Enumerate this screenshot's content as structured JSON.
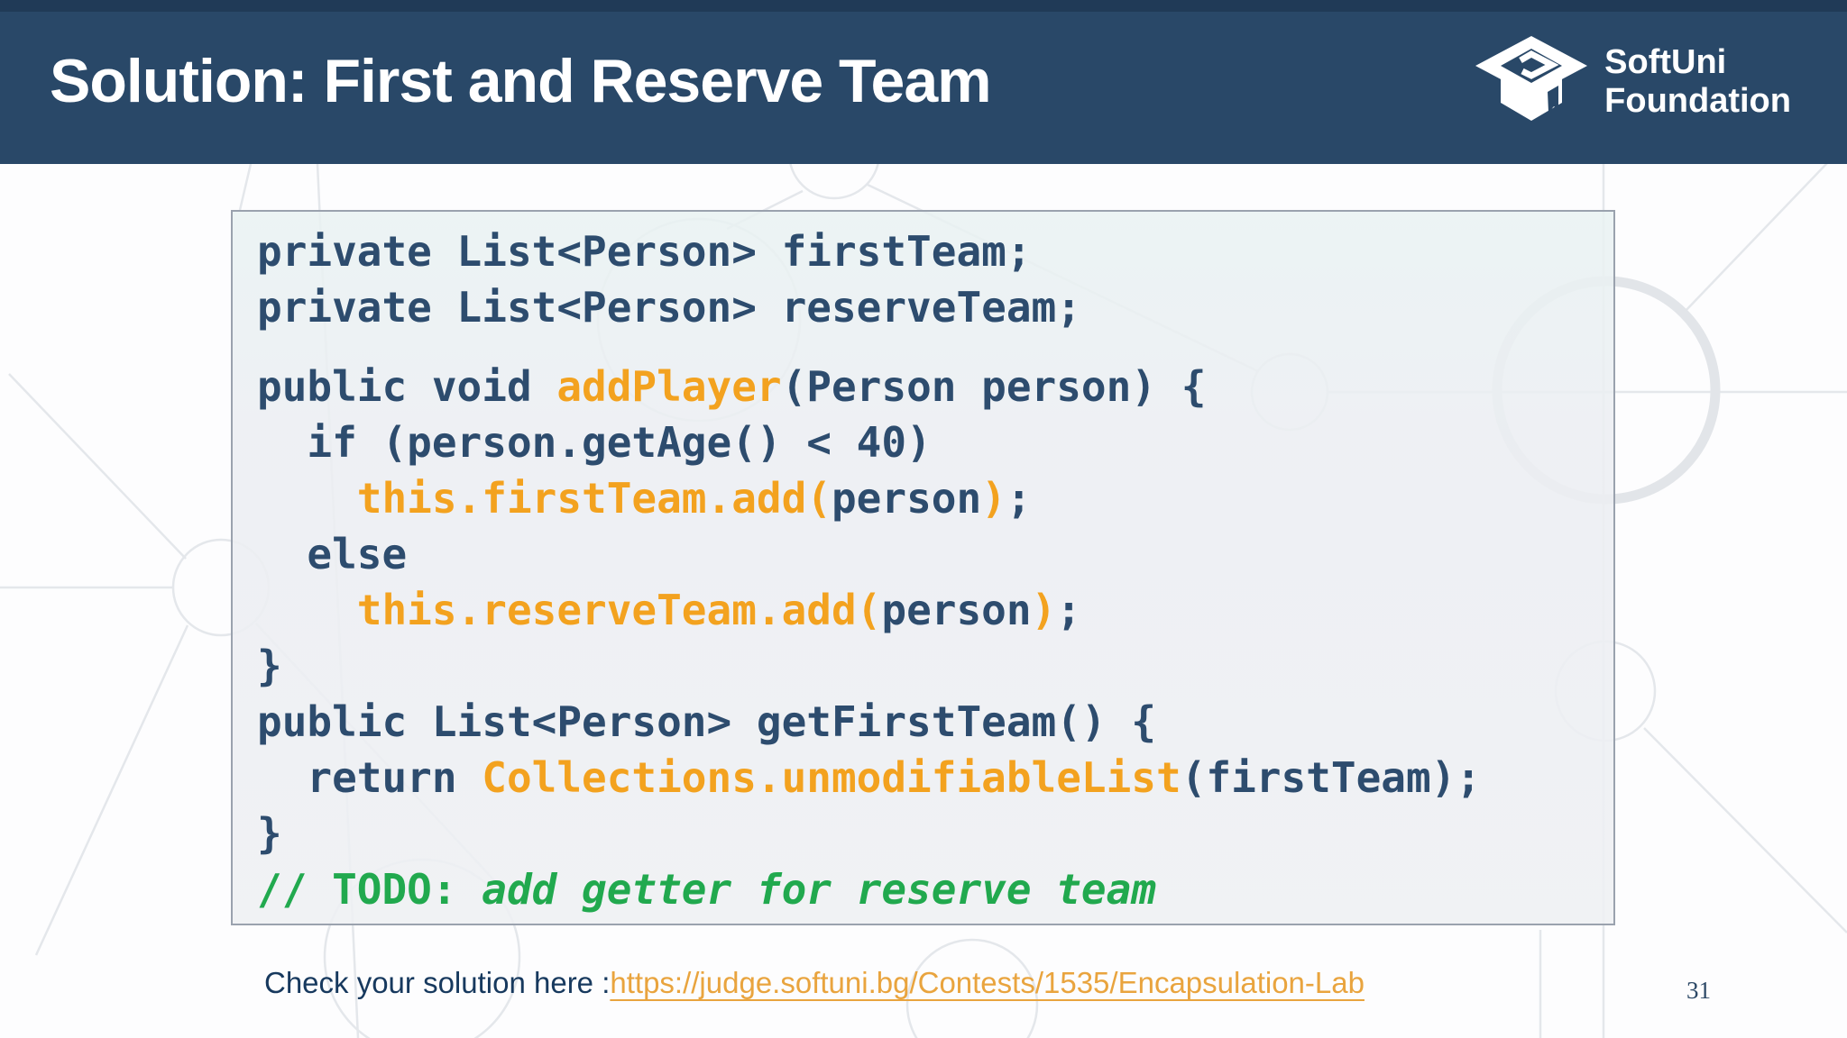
{
  "colors": {
    "header_bg": "#294868",
    "header_top_strip": "#203a57",
    "code_navy": "#2d4c6e",
    "code_orange": "#f3a21f",
    "code_green": "#21a94e",
    "link_orange": "#e9a43e",
    "footer_navy": "#17395e",
    "box_border": "#9aa2ae",
    "pattern": "#e4e7eb"
  },
  "header": {
    "title": "Solution: First and Reserve Team",
    "logo": {
      "icon": "graduation-cap-icon",
      "line1": "SoftUni",
      "line2": "Foundation"
    }
  },
  "code": {
    "lines": [
      {
        "segments": [
          {
            "t": "private List<Person> firstTeam;",
            "c": "n"
          }
        ]
      },
      {
        "segments": [
          {
            "t": "private List<Person> reserveTeam;",
            "c": "n"
          }
        ]
      },
      {
        "gap_before": true,
        "segments": [
          {
            "t": "public void ",
            "c": "n"
          },
          {
            "t": "addPlayer",
            "c": "o"
          },
          {
            "t": "(Person person) {",
            "c": "n"
          }
        ]
      },
      {
        "segments": [
          {
            "t": "  if (person.getAge() < 40)",
            "c": "n"
          }
        ]
      },
      {
        "segments": [
          {
            "t": "    ",
            "c": "n"
          },
          {
            "t": "this.firstTeam.add(",
            "c": "o"
          },
          {
            "t": "person",
            "c": "n"
          },
          {
            "t": ")",
            "c": "o"
          },
          {
            "t": ";",
            "c": "n"
          }
        ]
      },
      {
        "segments": [
          {
            "t": "  else",
            "c": "n"
          }
        ]
      },
      {
        "segments": [
          {
            "t": "    ",
            "c": "n"
          },
          {
            "t": "this.reserveTeam.add(",
            "c": "o"
          },
          {
            "t": "person",
            "c": "n"
          },
          {
            "t": ")",
            "c": "o"
          },
          {
            "t": ";",
            "c": "n"
          }
        ]
      },
      {
        "segments": [
          {
            "t": "}",
            "c": "n"
          }
        ]
      },
      {
        "segments": [
          {
            "t": "public List<Person> getFirstTeam() {",
            "c": "n"
          }
        ]
      },
      {
        "segments": [
          {
            "t": "  return ",
            "c": "n"
          },
          {
            "t": "Collections.unmodifiableList",
            "c": "o"
          },
          {
            "t": "(firstTeam);",
            "c": "n"
          }
        ]
      },
      {
        "segments": [
          {
            "t": "}",
            "c": "n"
          }
        ]
      },
      {
        "segments": [
          {
            "t": "// TODO: ",
            "c": "g"
          },
          {
            "t": "add getter for reserve team",
            "c": "gi"
          }
        ]
      }
    ]
  },
  "footer": {
    "label": "Check your solution here :",
    "link": "https://judge.softuni.bg/Contests/1535/Encapsulation-Lab",
    "page_number": "31"
  }
}
